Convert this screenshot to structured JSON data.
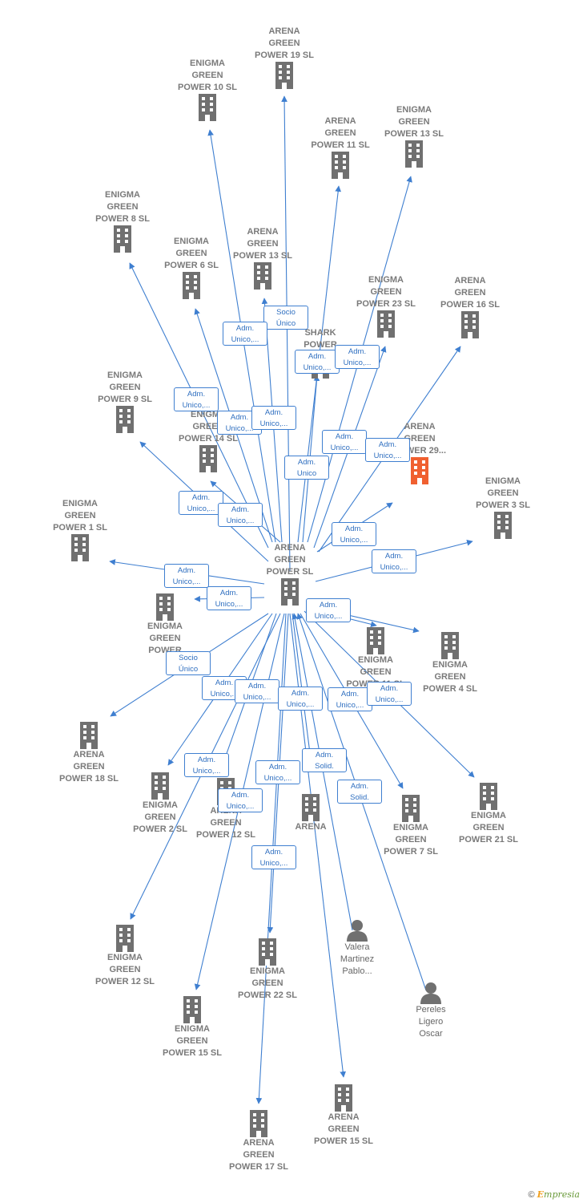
{
  "colors": {
    "edge": "#3f7fd0",
    "icon": "#707070",
    "highlight": "#f06030"
  },
  "center": {
    "label": "ARENA\nGREEN\nPOWER  SL"
  },
  "nodes": [
    {
      "id": "n1",
      "label": "ARENA\nGREEN\nPOWER 19  SL",
      "icon": "building-icon"
    },
    {
      "id": "n2",
      "label": "ENIGMA\nGREEN\nPOWER 10  SL",
      "icon": "building-icon"
    },
    {
      "id": "n3",
      "label": "ARENA\nGREEN\nPOWER 11  SL",
      "icon": "building-icon"
    },
    {
      "id": "n4",
      "label": "ENIGMA\nGREEN\nPOWER 13  SL",
      "icon": "building-icon"
    },
    {
      "id": "n5",
      "label": "ENIGMA\nGREEN\nPOWER 8  SL",
      "icon": "building-icon"
    },
    {
      "id": "n6",
      "label": "ENIGMA\nGREEN\nPOWER 6  SL",
      "icon": "building-icon"
    },
    {
      "id": "n7",
      "label": "ARENA\nGREEN\nPOWER 13  SL",
      "icon": "building-icon"
    },
    {
      "id": "n8",
      "label": "ENIGMA\nGREEN\nPOWER 23  SL",
      "icon": "building-icon"
    },
    {
      "id": "n9",
      "label": "ARENA\nGREEN\nPOWER 16  SL",
      "icon": "building-icon"
    },
    {
      "id": "n10",
      "label": "SHARK\nPOWER",
      "icon": "building-icon"
    },
    {
      "id": "n11",
      "label": "ENIGMA\nGREEN\nPOWER 9  SL",
      "icon": "building-icon"
    },
    {
      "id": "n12",
      "label": "ENIGMA\nGREEN\nPOWER 14  SL",
      "icon": "building-icon"
    },
    {
      "id": "n13",
      "label": "ARENA\nGREEN\nPOWER 29...",
      "icon": "building-icon",
      "highlight": true
    },
    {
      "id": "n14",
      "label": "ENIGMA\nGREEN\nPOWER 3  SL",
      "icon": "building-icon"
    },
    {
      "id": "n15",
      "label": "ENIGMA\nGREEN\nPOWER 1  SL",
      "icon": "building-icon"
    },
    {
      "id": "n16",
      "label": "ENIGMA\nGREEN\nPOWER",
      "icon": "building-icon"
    },
    {
      "id": "n17",
      "label": "ENIGMA\nGREEN\nPOWER 11  SL",
      "icon": "building-icon"
    },
    {
      "id": "n18",
      "label": "ENIGMA\nGREEN\nPOWER 4  SL",
      "icon": "building-icon"
    },
    {
      "id": "n19",
      "label": "ARENA\nGREEN\nPOWER 18  SL",
      "icon": "building-icon"
    },
    {
      "id": "n20",
      "label": "ENIGMA\nGREEN\nPOWER 2  SL",
      "icon": "building-icon"
    },
    {
      "id": "n21",
      "label": "ARENA\nGREEN\nPOWER 12  SL",
      "icon": "building-icon"
    },
    {
      "id": "n22",
      "label": "ARENA",
      "icon": "building-icon"
    },
    {
      "id": "n23",
      "label": "ENIGMA\nGREEN\nPOWER 7  SL",
      "icon": "building-icon"
    },
    {
      "id": "n24",
      "label": "ENIGMA\nGREEN\nPOWER 21  SL",
      "icon": "building-icon"
    },
    {
      "id": "n25",
      "label": "ENIGMA\nGREEN\nPOWER 12  SL",
      "icon": "building-icon"
    },
    {
      "id": "n26",
      "label": "ENIGMA\nGREEN\nPOWER 22  SL",
      "icon": "building-icon"
    },
    {
      "id": "n27",
      "label": "Valera\nMartinez\nPablo...",
      "icon": "person-icon"
    },
    {
      "id": "n28",
      "label": "Pereles\nLigero\nOscar",
      "icon": "person-icon"
    },
    {
      "id": "n29",
      "label": "ENIGMA\nGREEN\nPOWER 15  SL",
      "icon": "building-icon"
    },
    {
      "id": "n30",
      "label": "ARENA\nGREEN\nPOWER 15  SL",
      "icon": "building-icon"
    },
    {
      "id": "n31",
      "label": "ARENA\nGREEN\nPOWER 17  SL",
      "icon": "building-icon"
    }
  ],
  "relations": [
    {
      "label": "Socio\nÚnico"
    },
    {
      "label": "Adm.\nUnico,..."
    },
    {
      "label": "Adm.\nUnico,..."
    },
    {
      "label": "Adm.\nUnico,..."
    },
    {
      "label": "Adm.\nUnico,..."
    },
    {
      "label": "Adm.\nUnico,..."
    },
    {
      "label": "Adm.\nUnico,..."
    },
    {
      "label": "Adm.\nUnico,..."
    },
    {
      "label": "Adm.\nUnico,..."
    },
    {
      "label": "Adm.\nUnico"
    },
    {
      "label": "Adm.\nUnico,..."
    },
    {
      "label": "Adm.\nUnico,..."
    },
    {
      "label": "Adm.\nUnico,..."
    },
    {
      "label": "Adm.\nUnico,..."
    },
    {
      "label": "Adm.\nUnico,..."
    },
    {
      "label": "Adm.\nUnico,..."
    },
    {
      "label": "Adm.\nUnico,..."
    },
    {
      "label": "Socio\nÚnico"
    },
    {
      "label": "Adm.\nUnico,..."
    },
    {
      "label": "Adm.\nUnico,..."
    },
    {
      "label": "Adm.\nUnico,..."
    },
    {
      "label": "Adm.\nUnico,..."
    },
    {
      "label": "Adm.\nUnico,..."
    },
    {
      "label": "Adm.\nSolid."
    },
    {
      "label": "Adm.\nSolid."
    },
    {
      "label": "Adm.\nUnico,..."
    },
    {
      "label": "Adm.\nUnico,..."
    },
    {
      "label": "Adm.\nUnico,..."
    },
    {
      "label": "Adm.\nUnico,..."
    }
  ],
  "footer": {
    "copyright": "©",
    "brand_e": "E",
    "brand_rest": "mpresia"
  }
}
